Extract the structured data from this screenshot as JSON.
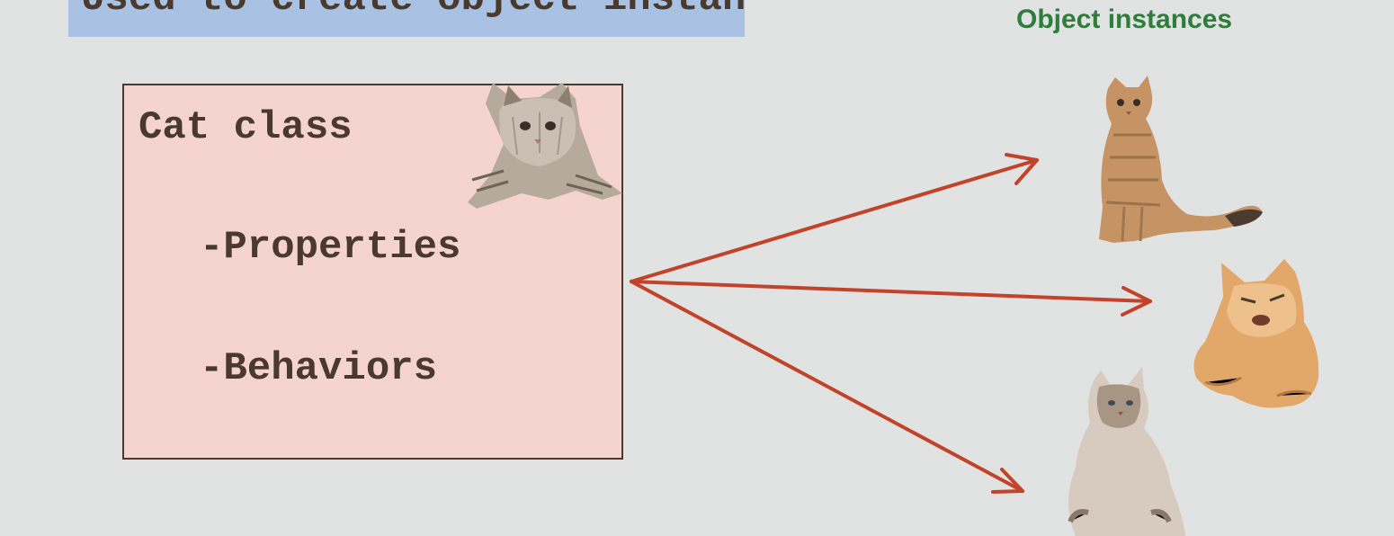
{
  "banner": {
    "text": "Used to create object instances",
    "color": "#a9c1e3"
  },
  "instances_title": "Object instances",
  "class_box": {
    "title": "Cat class",
    "properties": "-Properties",
    "behaviors": "-Behaviors",
    "fill": "#f5d4cf"
  },
  "arrow_color": "#c0432a",
  "accent_green": "#2e7d3c",
  "icons": [
    "kitten-illustration",
    "tabby-cat-illustration",
    "orange-cat-illustration",
    "ragdoll-cat-illustration"
  ]
}
